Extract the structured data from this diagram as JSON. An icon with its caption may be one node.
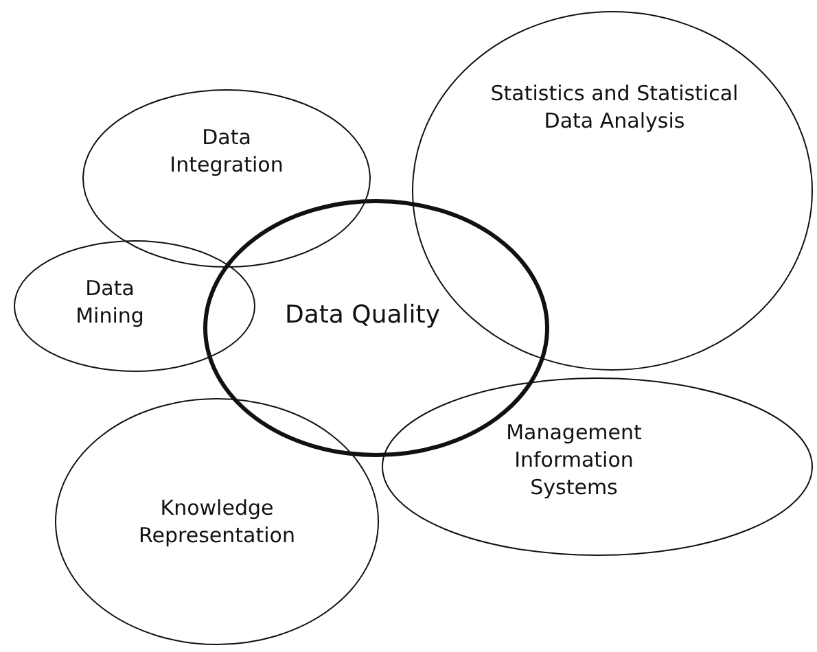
{
  "diagram": {
    "nodes": [
      {
        "text": [
          "Data Integration"
        ]
      },
      {
        "text": [
          "Statistics and Statistical Data Analysis"
        ]
      },
      {
        "text": [
          "Data Mining"
        ]
      },
      {
        "text": [
          "Data Quality"
        ]
      },
      {
        "text": [
          "Management Information Systems"
        ]
      },
      {
        "text": [
          "Knowledge Representation"
        ]
      }
    ],
    "edges": []
  }
}
